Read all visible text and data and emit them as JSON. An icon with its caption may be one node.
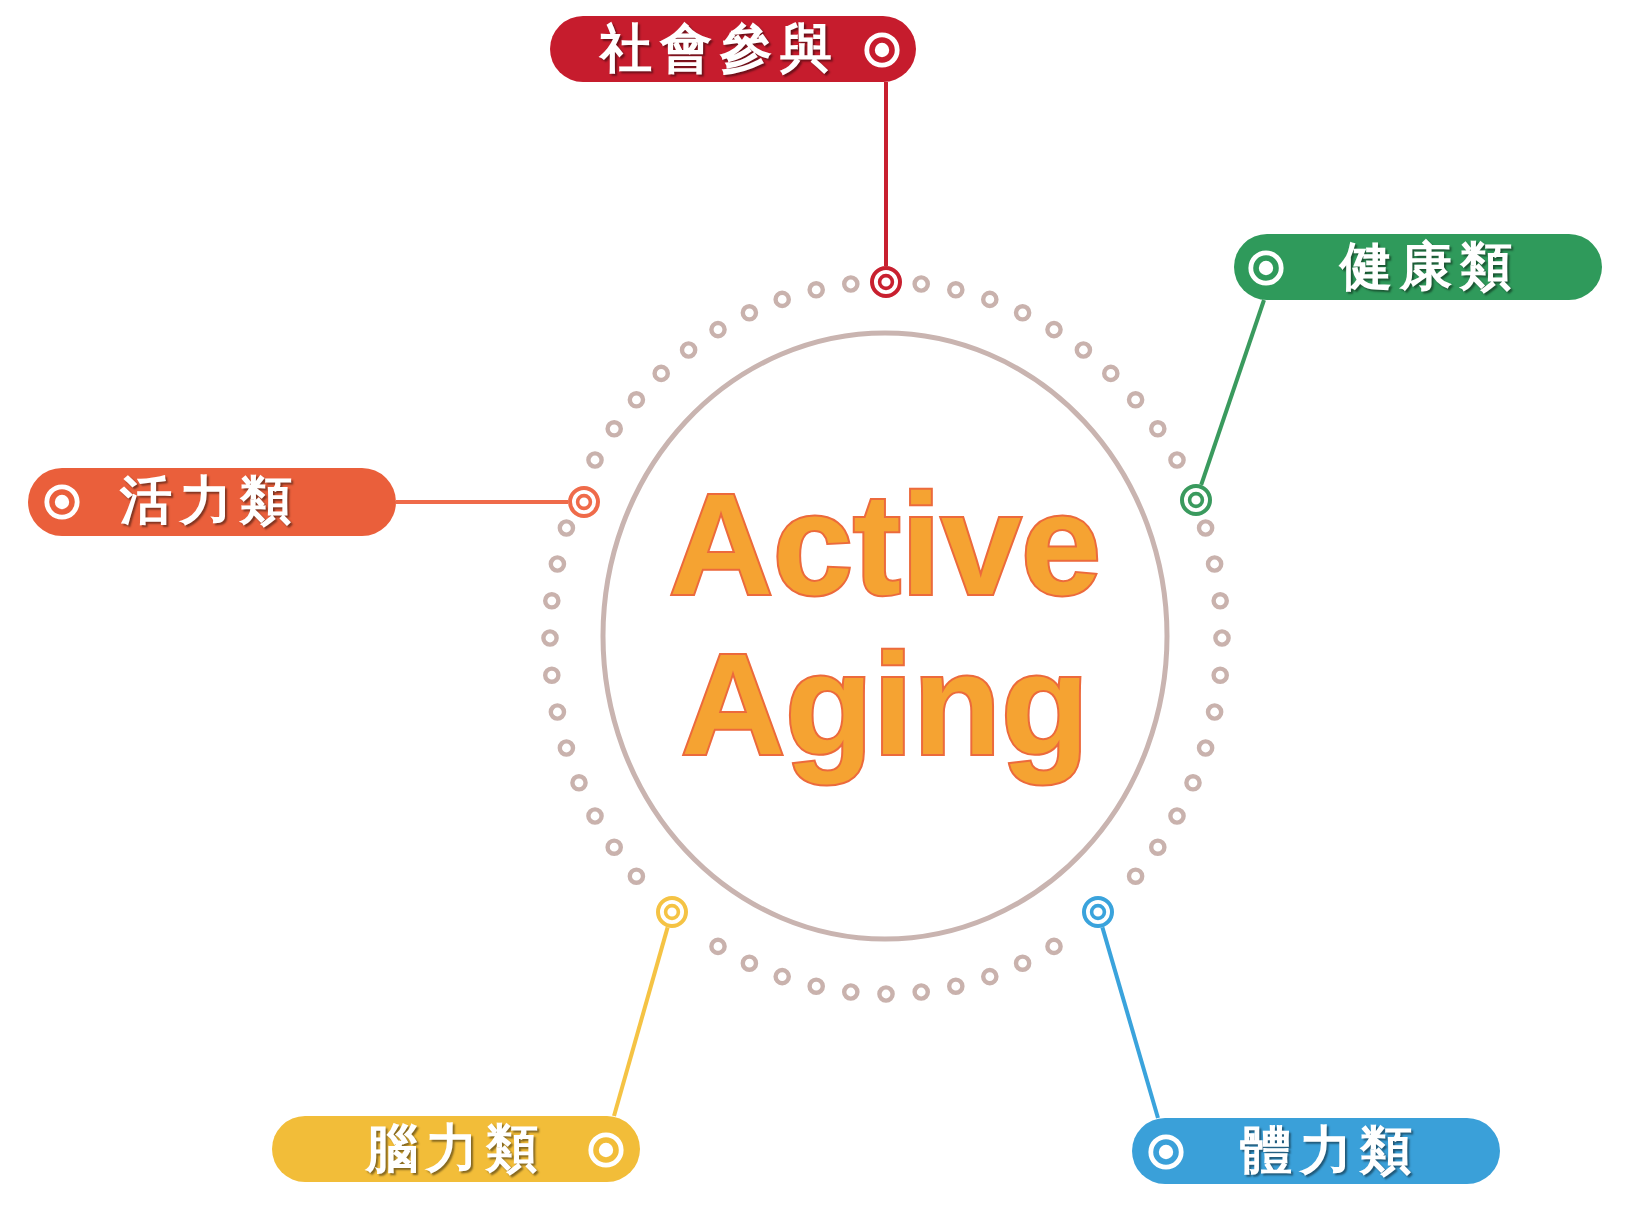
{
  "diagram": {
    "nodes": [
      {
        "text": [
          "Active Aging"
        ]
      },
      {
        "text": [
          "社會參與"
        ]
      },
      {
        "text": [
          "健康類"
        ]
      },
      {
        "text": [
          "活力類"
        ]
      },
      {
        "text": [
          "腦力類"
        ]
      },
      {
        "text": [
          "體力類"
        ]
      },
      {
        "text": [],
        "shape": "circle"
      },
      {
        "text": [],
        "shape": "circle"
      },
      {
        "text": [],
        "shape": "circle"
      },
      {
        "text": [],
        "shape": "circle"
      },
      {
        "text": [],
        "shape": "circle"
      }
    ],
    "edges": [
      {
        "from": 1,
        "to": 6,
        "arrow": "none",
        "color": "#c8202f"
      },
      {
        "from": 2,
        "to": 8,
        "arrow": "none",
        "color": "#3a9a5e"
      },
      {
        "from": 3,
        "to": 7,
        "arrow": "none",
        "color": "#ef6b4a"
      },
      {
        "from": 4,
        "to": 9,
        "arrow": "none",
        "color": "#f5c344"
      },
      {
        "from": 5,
        "to": 10,
        "arrow": "none",
        "color": "#3aa3dc"
      }
    ]
  }
}
